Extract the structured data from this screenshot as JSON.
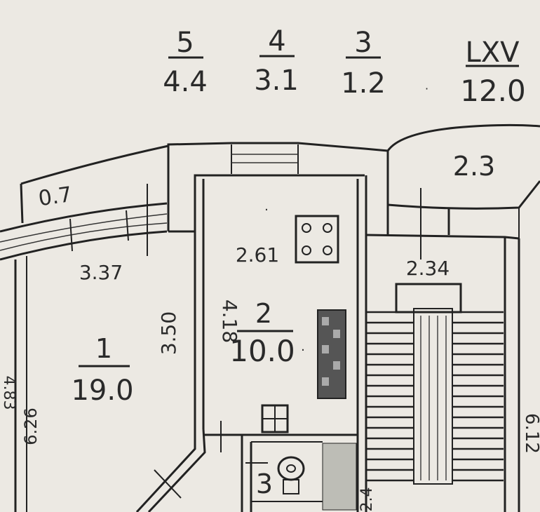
{
  "header_fractions": [
    {
      "num": "5",
      "den": "4.4"
    },
    {
      "num": "4",
      "den": "3.1"
    },
    {
      "num": "3",
      "den": "1.2"
    },
    {
      "num": "LXV",
      "den": "12.0"
    }
  ],
  "rooms": {
    "room1": {
      "number": "1",
      "area": "19.0"
    },
    "room2": {
      "number": "2",
      "area": "10.0"
    },
    "room3": {
      "number": "3"
    }
  },
  "areas": {
    "balcony_left": "0.7",
    "balcony_right": "2.3"
  },
  "dimensions": {
    "d_337": "3.37",
    "d_261": "2.61",
    "d_234": "2.34",
    "d_350": "3.50",
    "d_418": "4.18",
    "d_626": "6.26",
    "d_612": "6.12",
    "d_left_edge": "4.83",
    "d_bottom": "2.4"
  }
}
